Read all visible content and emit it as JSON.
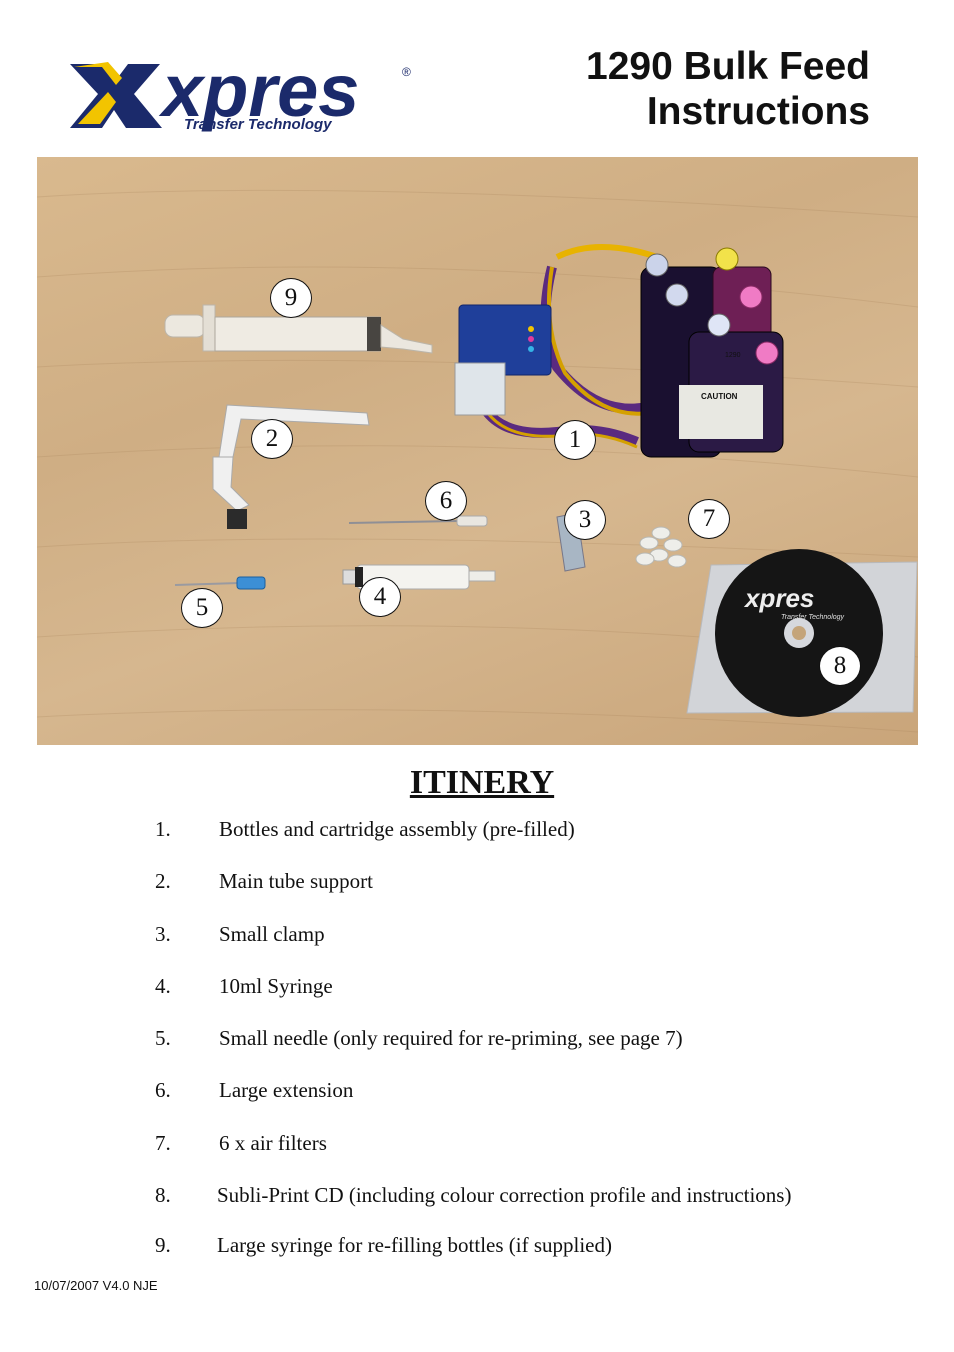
{
  "header": {
    "logo_word": "xpres",
    "logo_tagline": "Transfer Technology",
    "logo_registered": "®",
    "title_line1": "1290 Bulk Feed",
    "title_line2": "Instructions"
  },
  "photo": {
    "callouts": [
      "9",
      "2",
      "1",
      "6",
      "3",
      "7",
      "5",
      "4",
      "8"
    ],
    "cd_label": "xpres",
    "cd_tagline": "Transfer Technology",
    "caution_label": "CAUTION",
    "bottle_tag": "1290"
  },
  "itinery": {
    "heading": "ITINERY",
    "items": [
      {
        "num": "1.",
        "text": "Bottles and cartridge assembly (pre-filled)"
      },
      {
        "num": "2.",
        "text": "Main tube support"
      },
      {
        "num": "3.",
        "text": "Small clamp"
      },
      {
        "num": "4.",
        "text": "10ml Syringe"
      },
      {
        "num": "5.",
        "text": "Small needle (only required for re-priming, see page 7)"
      },
      {
        "num": "6.",
        "text": "Large extension"
      },
      {
        "num": "7.",
        "text": "6 x air filters"
      },
      {
        "num": "8.",
        "text": "Subli-Print CD (including colour correction profile and instructions)"
      },
      {
        "num": "9.",
        "text": "Large syringe for re-filling bottles (if supplied)"
      }
    ]
  },
  "footer": {
    "version": "10/07/2007 V4.0 NJE"
  },
  "colors": {
    "logo_navy": "#1b2a6b",
    "logo_yellow": "#f2c400",
    "wood": "#d4b48a"
  }
}
